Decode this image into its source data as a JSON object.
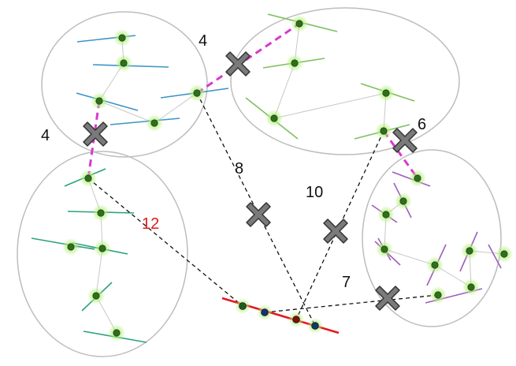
{
  "labels": {
    "top_left_4": "4",
    "left_4": "4",
    "right_6": "6",
    "center_8": "8",
    "center_10": "10",
    "bottom_7": "7",
    "left_12": "12"
  },
  "colors": {
    "cluster_outline": "#bdbdbd",
    "blue_edges": "#3a95c6",
    "green_edges": "#7fbf5f",
    "teal_edges": "#2aa37a",
    "purple_edges": "#9d5fbd",
    "node_fill": "#2f6e1e",
    "node_glow": "#b4f07a",
    "magenta_dash": "#d63ad1",
    "black_dash": "#111111",
    "cross_fill": "#7a7a7a",
    "red_line": "#e41a1c",
    "label_red": "#e41a1c"
  },
  "icons": {
    "cross": "x-mark-icon"
  }
}
